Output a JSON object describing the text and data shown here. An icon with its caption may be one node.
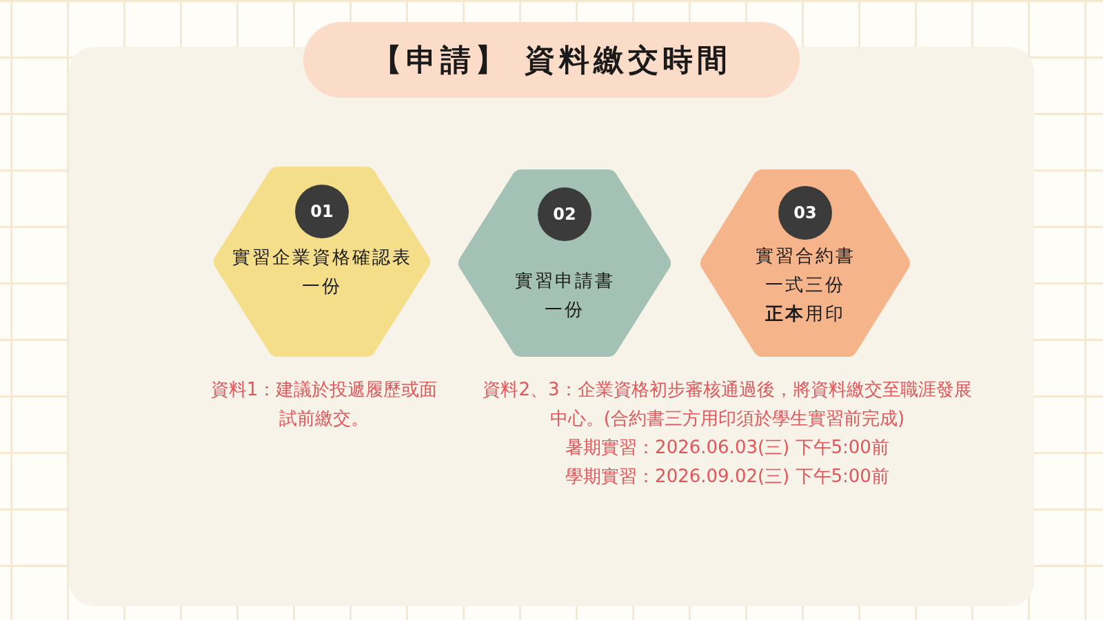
{
  "diagram": {
    "title": "【申請】 資料繳交時間",
    "nodes": [
      {
        "text": [
          "實習企業資格確認表",
          "一份"
        ]
      },
      {
        "text": [
          "01"
        ],
        "in": 0
      },
      {
        "text": [
          "實習申請書",
          "一份"
        ]
      },
      {
        "text": [
          "02"
        ],
        "in": 2
      },
      {
        "text": [
          "實習合約書",
          "一式三份",
          "**正本**用印"
        ]
      },
      {
        "text": [
          "03"
        ],
        "in": 4
      }
    ],
    "labels": [
      "資料1：建議於投遞履歷或面試前繳交。",
      "資料2、3：企業資格初步審核通過後，將資料繳交至職涯發展中心。(合約書三方用印須於學生實習前完成)",
      "暑期實習：2026.06.03(三) 下午5:00前",
      "學期實習：2026.09.02(三) 下午5:00前"
    ]
  }
}
